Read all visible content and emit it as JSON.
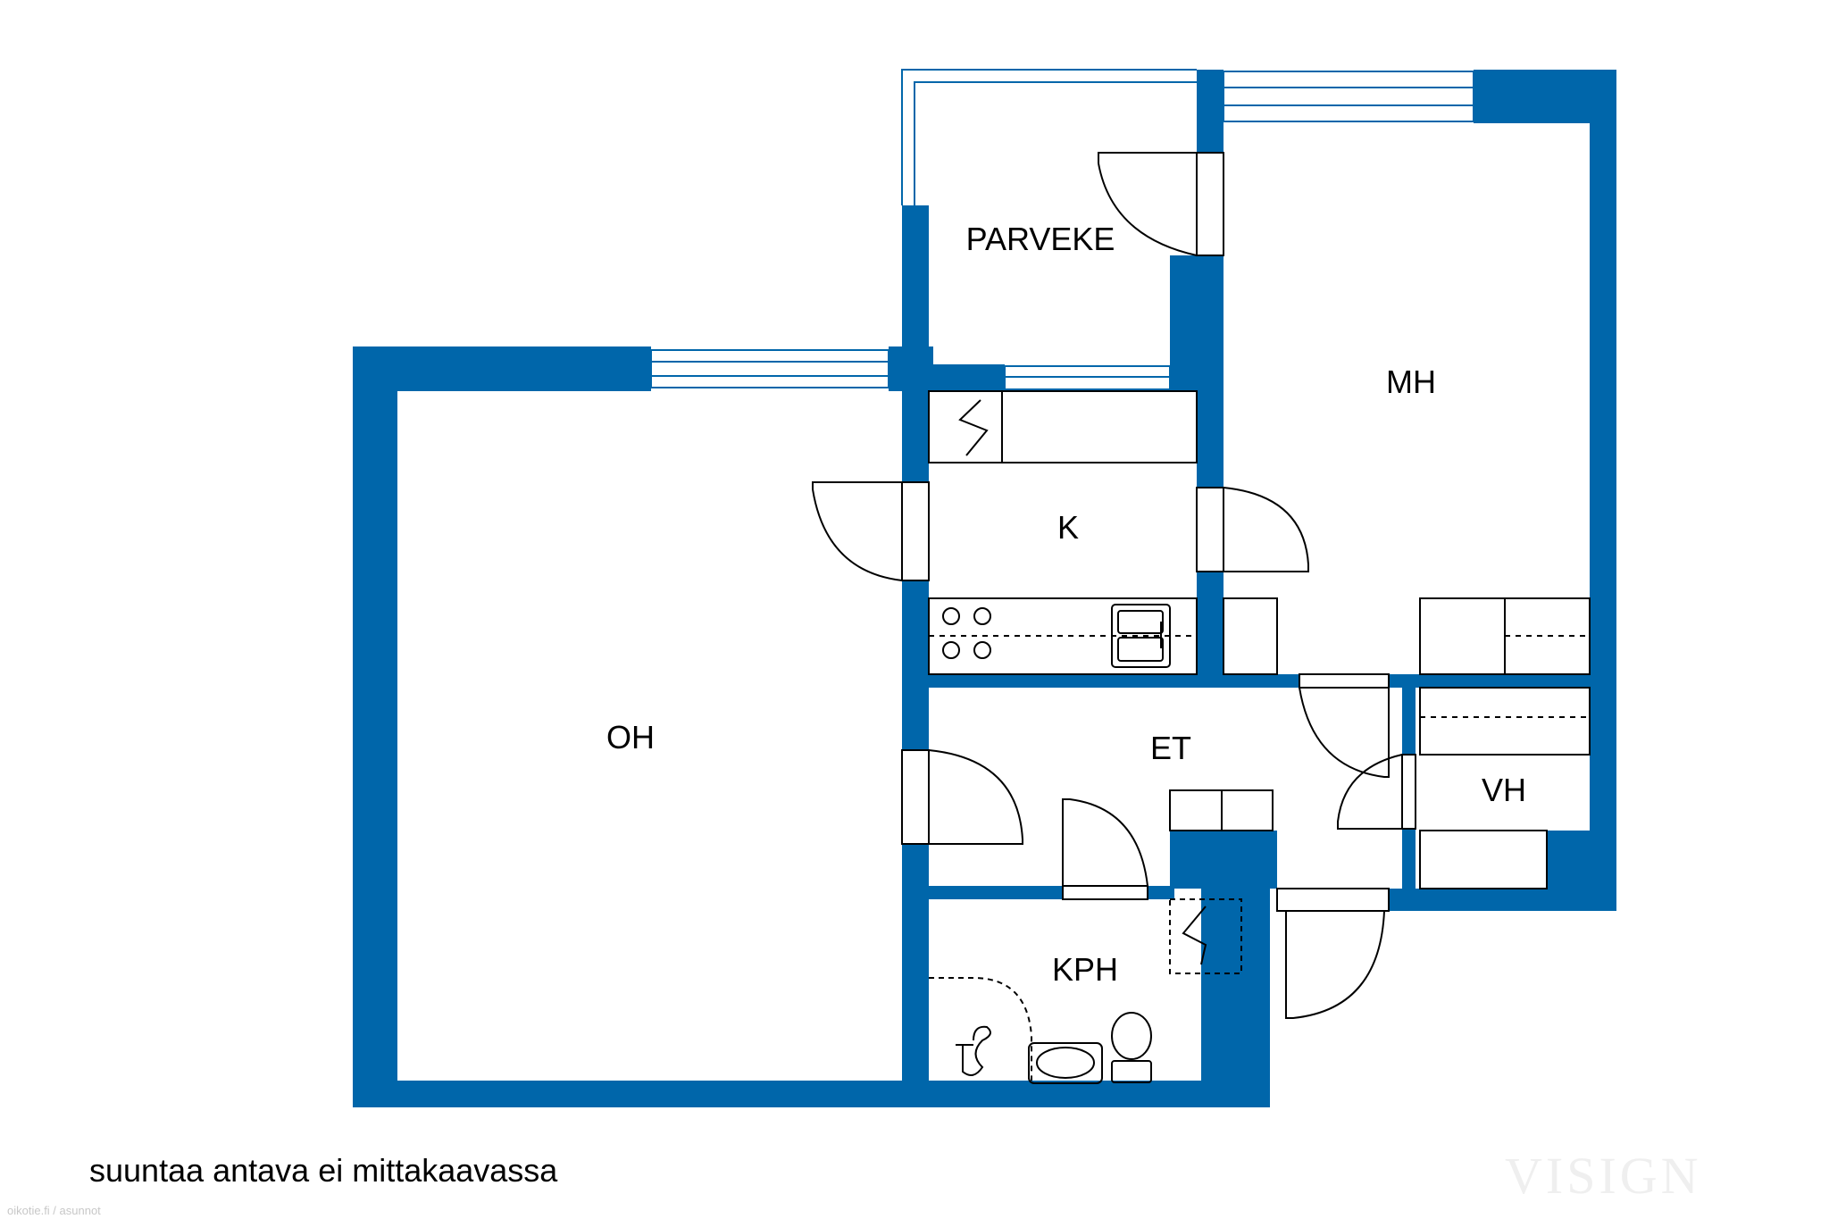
{
  "colors": {
    "wall": "#0066aa",
    "line": "#000000",
    "window": "#0066aa",
    "background": "#ffffff"
  },
  "rooms": {
    "parveke": "PARVEKE",
    "mh": "MH",
    "k": "K",
    "oh": "OH",
    "et": "ET",
    "vh": "VH",
    "kph": "KPH"
  },
  "note": "suuntaa antava ei mittakaavassa",
  "credit": "oikotie.fi / asunnot",
  "logo": "VISIGN"
}
